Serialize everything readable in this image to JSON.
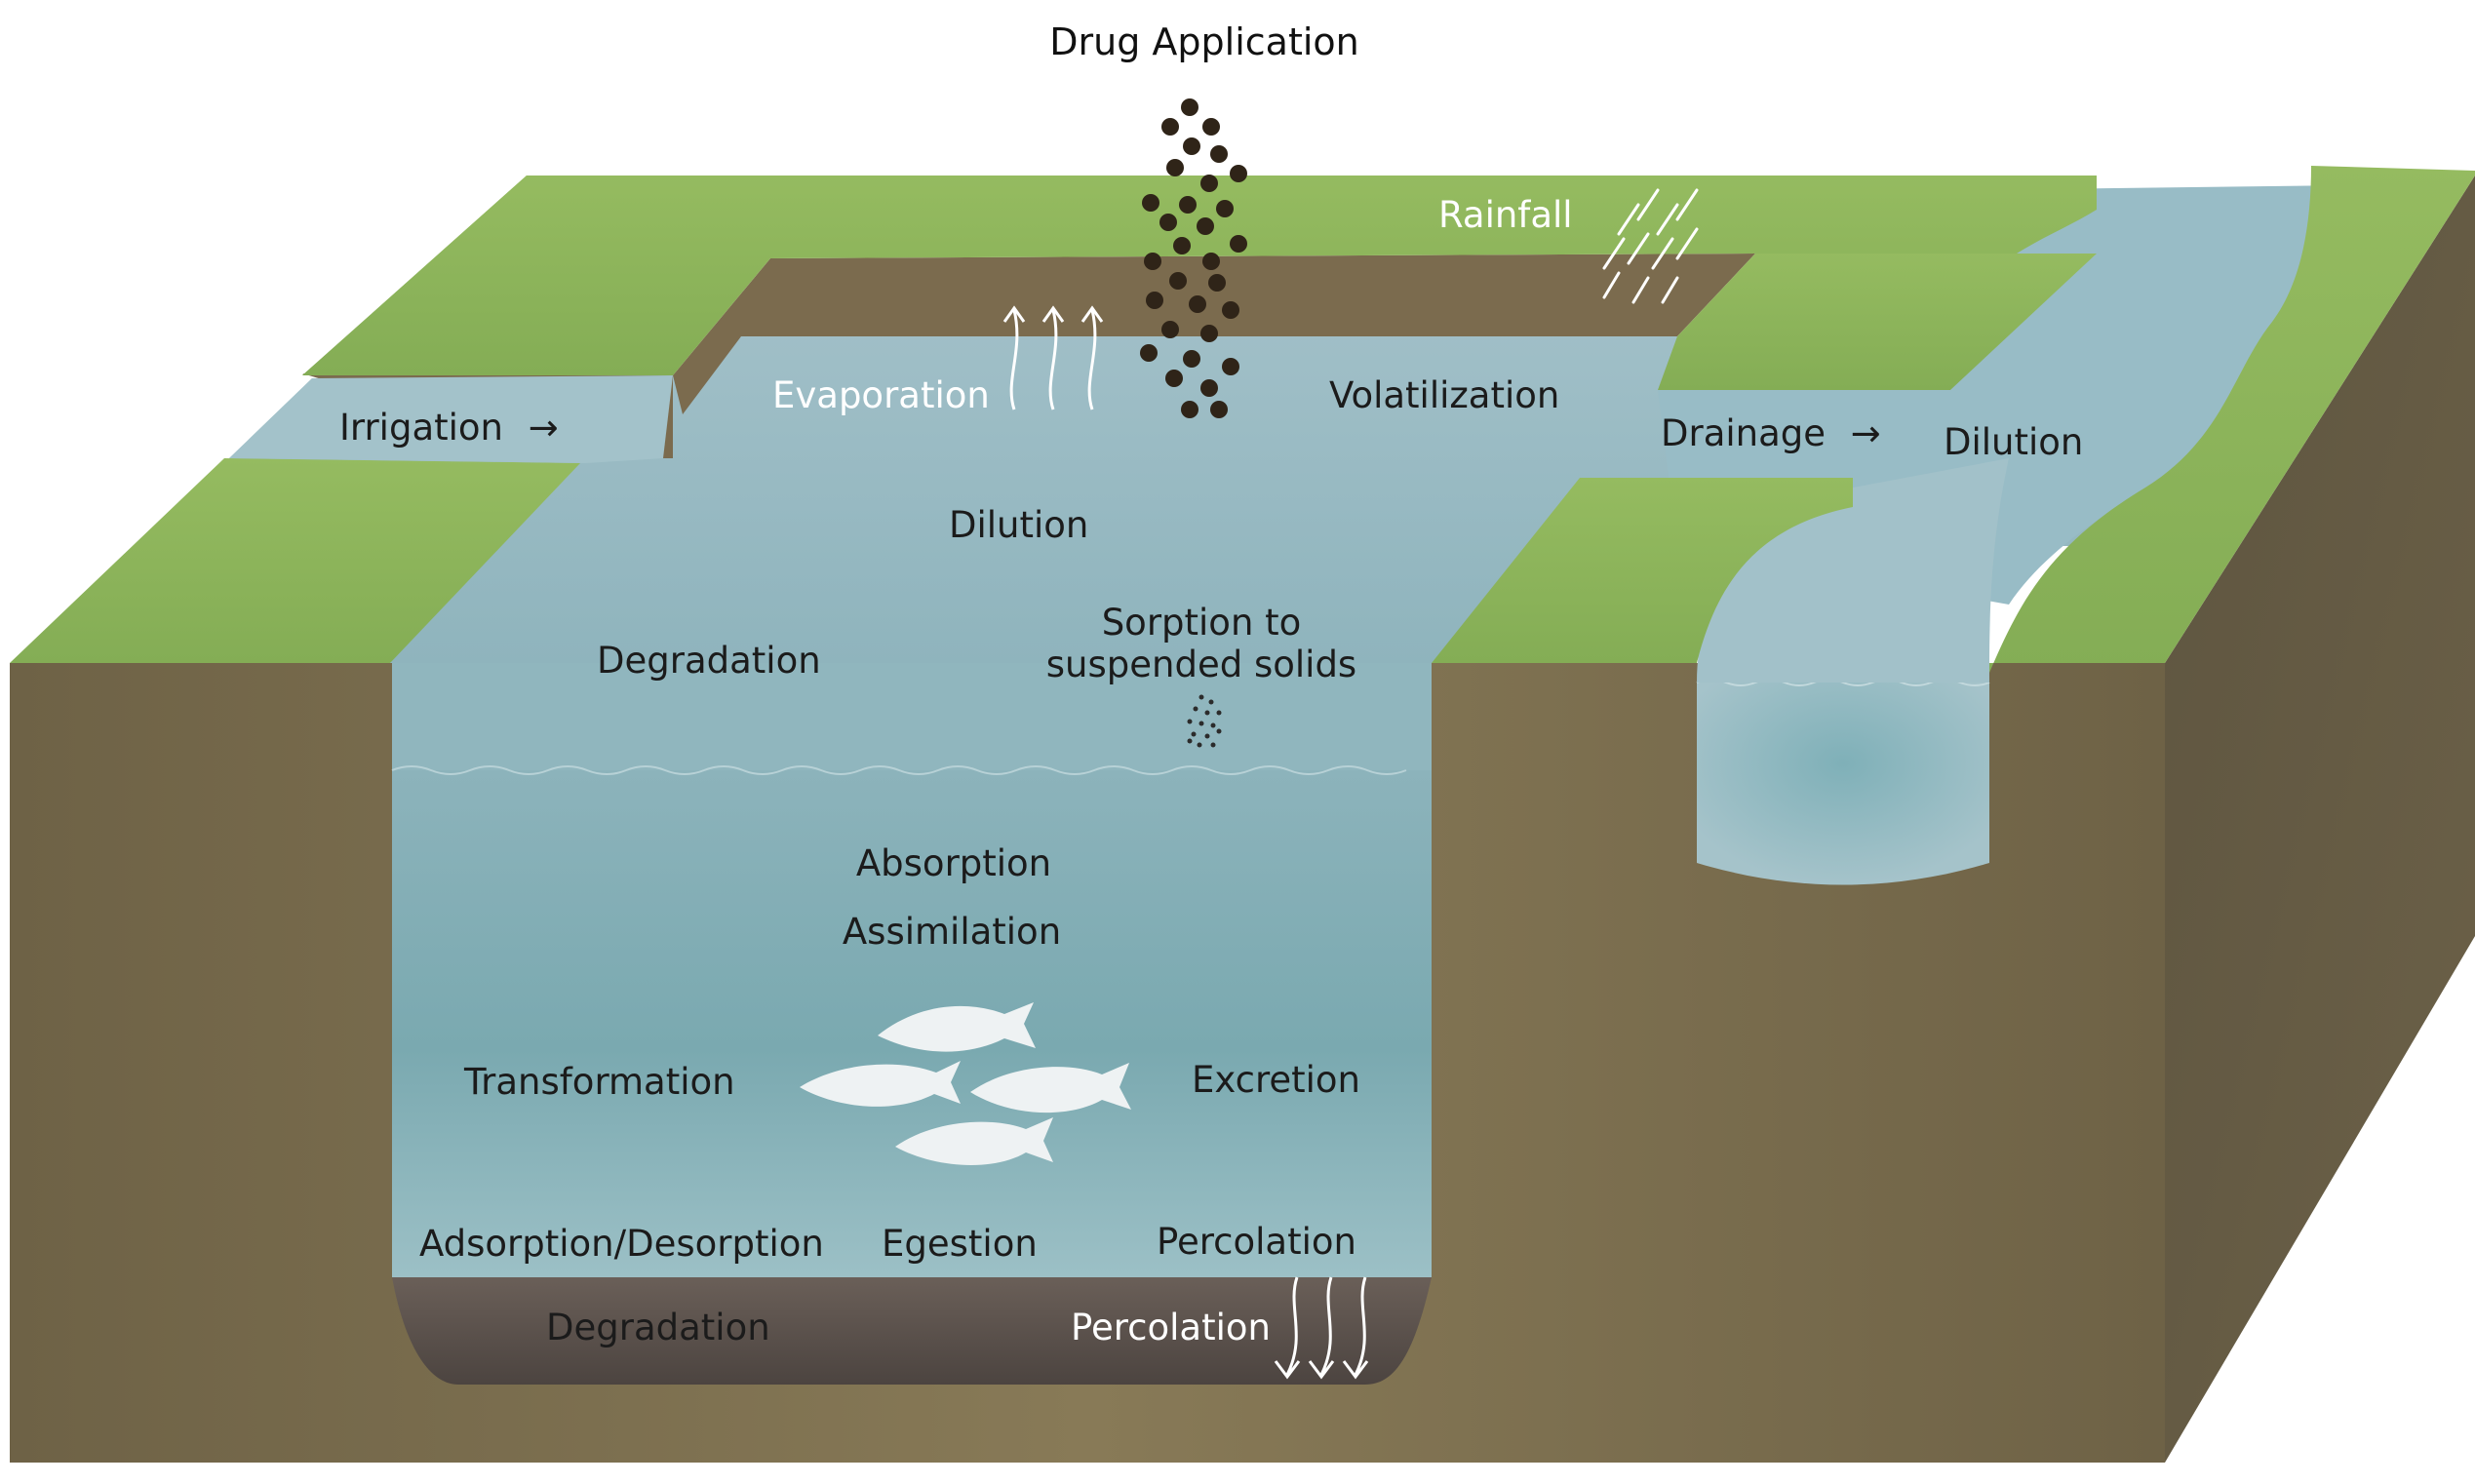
{
  "title": "Drug Application",
  "labels": {
    "irrigation": "Irrigation",
    "evaporation": "Evaporation",
    "volatilization": "Volatilization",
    "rainfall": "Rainfall",
    "drainage": "Drainage",
    "dilution_river": "Dilution",
    "dilution_pond": "Dilution",
    "degradation_water": "Degradation",
    "sorption_line1": "Sorption to",
    "sorption_line2": "suspended solids",
    "absorption": "Absorption",
    "assimilation": "Assimilation",
    "transformation": "Transformation",
    "excretion": "Excretion",
    "adsorption_desorption": "Adsorption/Desorption",
    "egestion": "Egestion",
    "percolation_water": "Percolation",
    "degradation_sediment": "Degradation",
    "percolation_sediment": "Percolation"
  },
  "colors": {
    "grass": "#8fb75c",
    "soil": "#7a6d4e",
    "water_surface": "#9fbfca",
    "water_deep": "#7aa8b0",
    "sediment": "#5a5048",
    "drug_particles": "#2f2418"
  },
  "icons": {
    "arrow": "arrow-right-icon",
    "evaporation": "up-arrows-icon",
    "rainfall": "rain-streaks-icon",
    "percolation": "down-arrows-icon",
    "fish": "fish-icon",
    "particles": "particle-cluster-icon"
  }
}
